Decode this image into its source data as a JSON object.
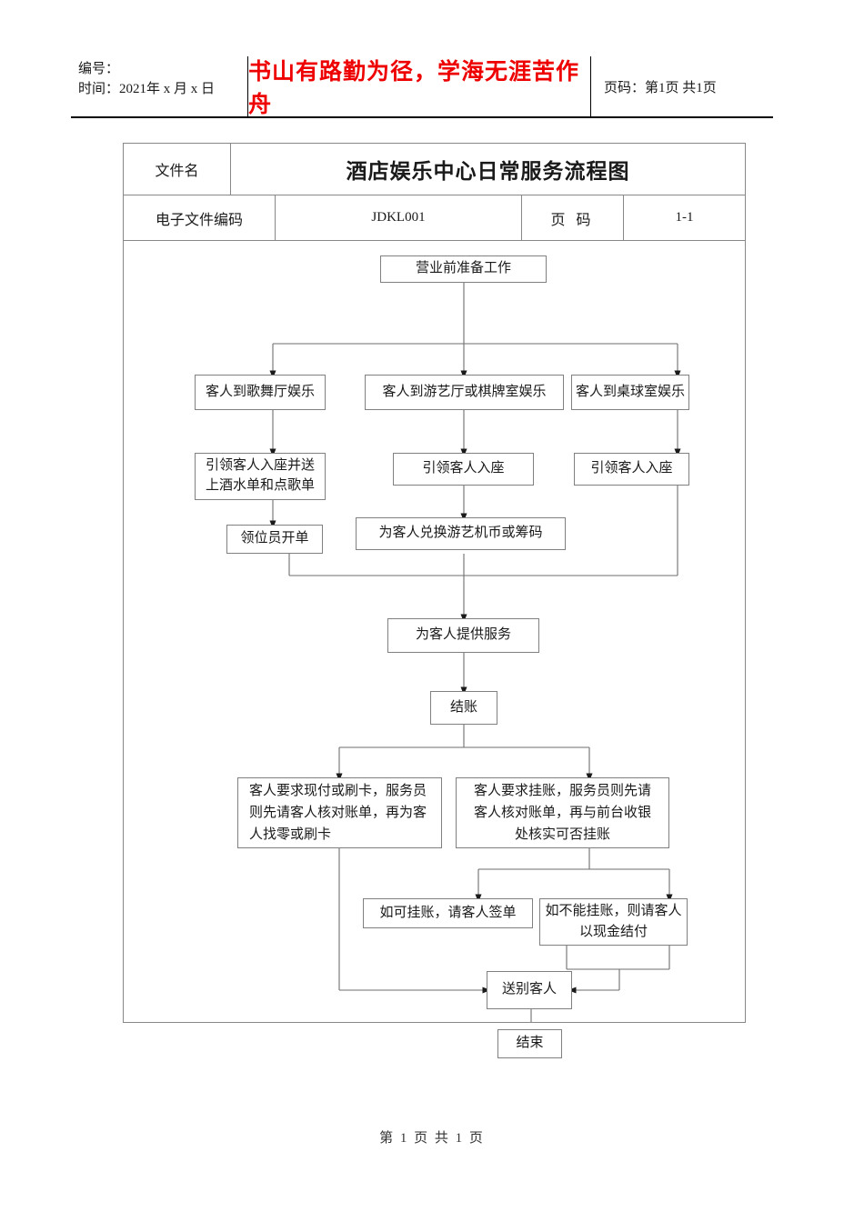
{
  "header": {
    "number_label": "编号：",
    "time_label": "时间：2021年 x 月 x 日",
    "motto": "书山有路勤为径，学海无涯苦作舟",
    "page_info": "页码：第1页 共1页",
    "motto_color": "#ee0000"
  },
  "doc": {
    "filename_label": "文件名",
    "title": "酒店娱乐中心日常服务流程图",
    "code_label": "电子文件编码",
    "code_value": "JDKL001",
    "page_label": "页  码",
    "page_value": "1-1"
  },
  "flow": {
    "nodes": {
      "start": "营业前准备工作",
      "branch_left": "客人到歌舞厅娱乐",
      "branch_mid": "客人到游艺厅或棋牌室娱乐",
      "branch_right": "客人到桌球室娱乐",
      "seat_left": "引领客人入座并送上酒水单和点歌单",
      "seat_mid": "引领客人入座",
      "seat_right": "引领客人入座",
      "order_left": "领位员开单",
      "exchange_mid": "为客人兑换游艺机币或筹码",
      "service": "为客人提供服务",
      "checkout": "结账",
      "pay_cash": "客人要求现付或刷卡，服务员则先请客人核对账单，再为客人找零或刷卡",
      "pay_credit": "客人要求挂账，服务员则先请客人核对账单，再与前台收银处核实可否挂账",
      "credit_ok": "如可挂账，请客人签单",
      "credit_no": "如不能挂账，则请客人以现金结付",
      "farewell": "送别客人",
      "end": "结束"
    }
  },
  "footer": {
    "page_text": "第 1 页 共 1 页"
  }
}
